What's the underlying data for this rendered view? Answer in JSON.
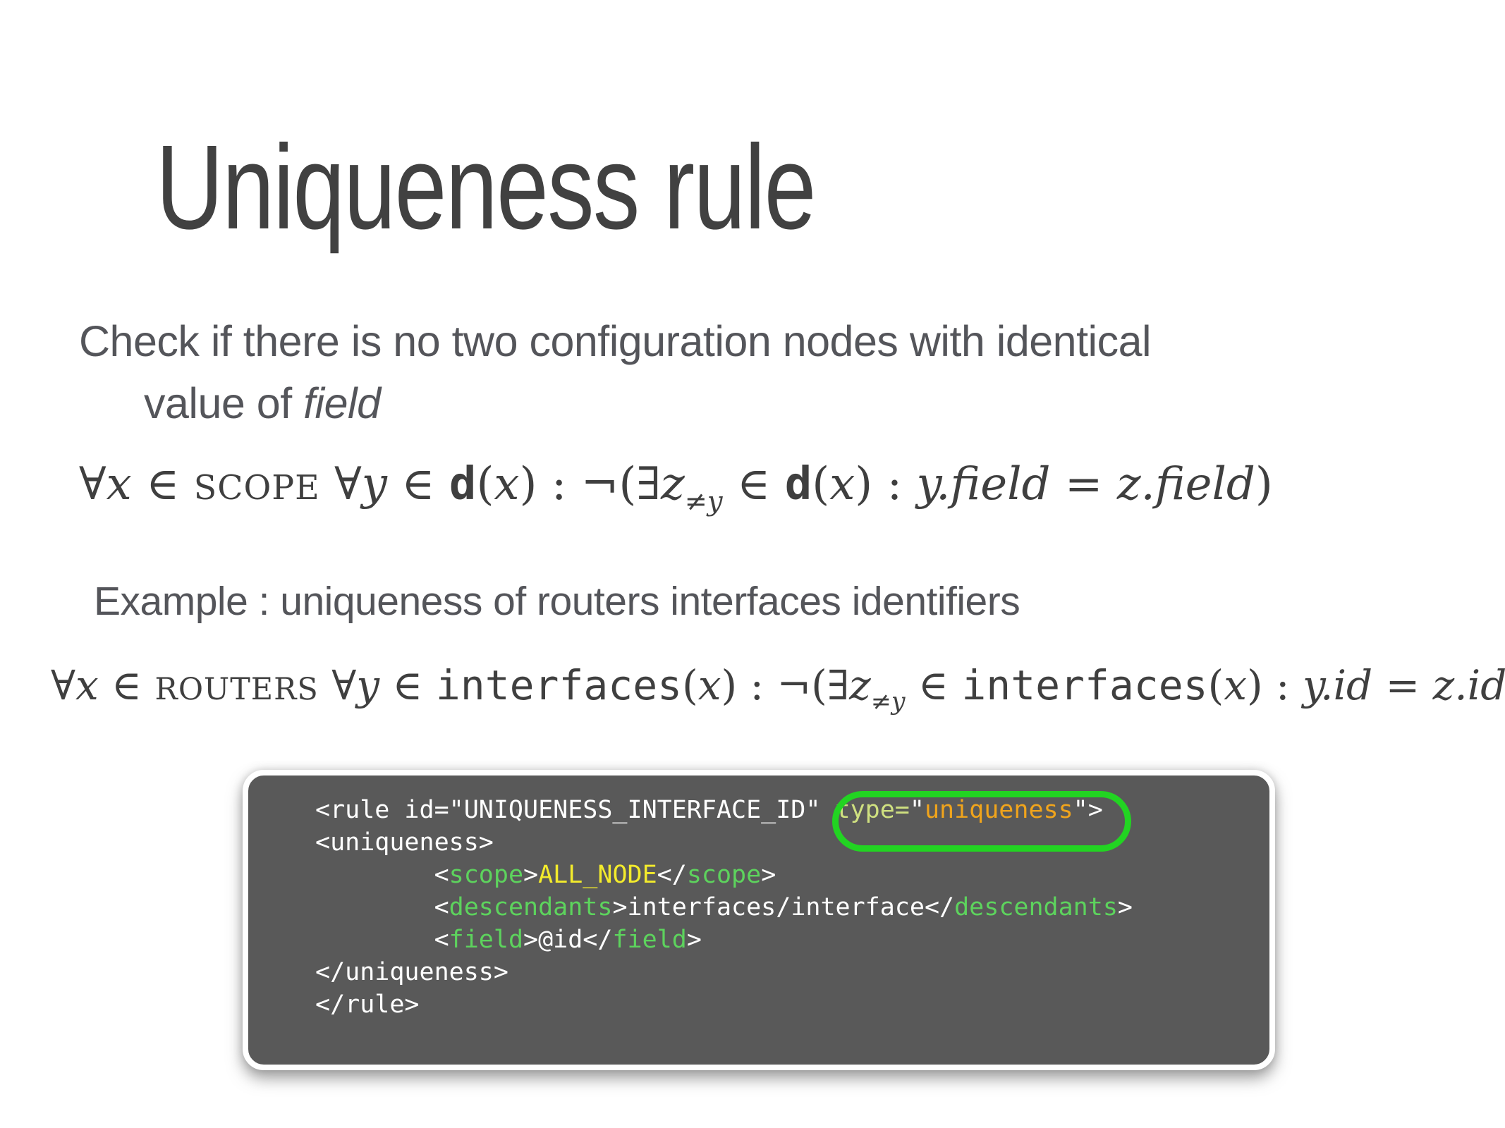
{
  "slide": {
    "title": "Uniqueness rule",
    "paragraph": {
      "line1": "Check if there is no two configuration nodes with identical",
      "line2_text": "value of ",
      "line2_emphasis": "field"
    },
    "example": "Example : uniqueness of routers interfaces identifiers"
  },
  "formulas": {
    "scope": {
      "tokens": [
        {
          "s": "rm",
          "t": "∀"
        },
        {
          "s": "it",
          "t": "x"
        },
        {
          "s": "rm",
          "t": " ∈ "
        },
        {
          "s": "sc",
          "t": "SCOPE"
        },
        {
          "s": "rm",
          "t": " ∀"
        },
        {
          "s": "it",
          "t": "y"
        },
        {
          "s": "rm",
          "t": " ∈ "
        },
        {
          "s": "tt",
          "t": "d"
        },
        {
          "s": "rm",
          "t": "("
        },
        {
          "s": "it",
          "t": "x"
        },
        {
          "s": "rm",
          "t": ") : ¬(∃"
        },
        {
          "s": "it",
          "t": "z"
        },
        {
          "s": "sub",
          "t": "≠y"
        },
        {
          "s": "rm",
          "t": " ∈ "
        },
        {
          "s": "tt",
          "t": "d"
        },
        {
          "s": "rm",
          "t": "("
        },
        {
          "s": "it",
          "t": "x"
        },
        {
          "s": "rm",
          "t": ") : "
        },
        {
          "s": "it",
          "t": "y.field"
        },
        {
          "s": "rm",
          "t": " = "
        },
        {
          "s": "it",
          "t": "z.field"
        },
        {
          "s": "rm",
          "t": ")"
        }
      ]
    },
    "routers": {
      "tokens": [
        {
          "s": "rm",
          "t": "∀"
        },
        {
          "s": "it",
          "t": "x"
        },
        {
          "s": "rm",
          "t": " ∈ "
        },
        {
          "s": "sc",
          "t": "ROUTERS"
        },
        {
          "s": "rm",
          "t": " ∀"
        },
        {
          "s": "it",
          "t": "y"
        },
        {
          "s": "rm",
          "t": " ∈ "
        },
        {
          "s": "ttr",
          "t": "interfaces"
        },
        {
          "s": "rm",
          "t": "("
        },
        {
          "s": "it",
          "t": "x"
        },
        {
          "s": "rm",
          "t": ") : ¬(∃"
        },
        {
          "s": "it",
          "t": "z"
        },
        {
          "s": "sub",
          "t": "≠y"
        },
        {
          "s": "rm",
          "t": " ∈ "
        },
        {
          "s": "ttr",
          "t": "interfaces"
        },
        {
          "s": "rm",
          "t": "("
        },
        {
          "s": "it",
          "t": "x"
        },
        {
          "s": "rm",
          "t": ") : "
        },
        {
          "s": "it",
          "t": "y.id"
        },
        {
          "s": "rm",
          "t": " = "
        },
        {
          "s": "it",
          "t": "z.id"
        },
        {
          "s": "rm",
          "t": ")"
        }
      ]
    }
  },
  "code_block": {
    "lines": [
      {
        "tokens": [
          {
            "s": "w",
            "t": "<rule id=\"UNIQUENESS_INTERFACE_ID\" "
          },
          {
            "s": "a",
            "t": "type="
          },
          {
            "s": "w",
            "t": "\""
          },
          {
            "s": "o",
            "t": "uniqueness"
          },
          {
            "s": "w",
            "t": "\">"
          }
        ]
      },
      {
        "tokens": [
          {
            "s": "w",
            "t": "<uniqueness>"
          }
        ]
      },
      {
        "tokens": [
          {
            "s": "w",
            "t": "        <"
          },
          {
            "s": "g",
            "t": "scope"
          },
          {
            "s": "w",
            "t": ">"
          },
          {
            "s": "y",
            "t": "ALL_NODE"
          },
          {
            "s": "w",
            "t": "</"
          },
          {
            "s": "g",
            "t": "scope"
          },
          {
            "s": "w",
            "t": ">"
          }
        ]
      },
      {
        "tokens": [
          {
            "s": "w",
            "t": "        <"
          },
          {
            "s": "g",
            "t": "descendants"
          },
          {
            "s": "w",
            "t": ">interfaces/interface</"
          },
          {
            "s": "g",
            "t": "descendants"
          },
          {
            "s": "w",
            "t": ">"
          }
        ]
      },
      {
        "tokens": [
          {
            "s": "w",
            "t": "        <"
          },
          {
            "s": "g",
            "t": "field"
          },
          {
            "s": "w",
            "t": ">@id</"
          },
          {
            "s": "g",
            "t": "field"
          },
          {
            "s": "w",
            "t": ">"
          }
        ]
      },
      {
        "tokens": [
          {
            "s": "w",
            "t": "</uniqueness>"
          }
        ]
      },
      {
        "tokens": [
          {
            "s": "w",
            "t": "</rule>"
          }
        ]
      }
    ]
  },
  "annotation": {
    "shape": "ellipse",
    "target_text": "type=\"uniqueness\">",
    "color": "#22d422"
  },
  "colors": {
    "background": "#ffffff",
    "title-gray": "#414141",
    "body-gray": "#54555a",
    "formula-gray": "#3f3f3f",
    "code-bg": "#595959",
    "code-border": "#ffffff",
    "code-white": "#ffffff",
    "code-tag-green": "#5dd35d",
    "code-yellow": "#f3eb2c",
    "code-attr-green": "#cfe080",
    "code-orange": "#f0a41c",
    "annotation-green": "#22d422"
  }
}
